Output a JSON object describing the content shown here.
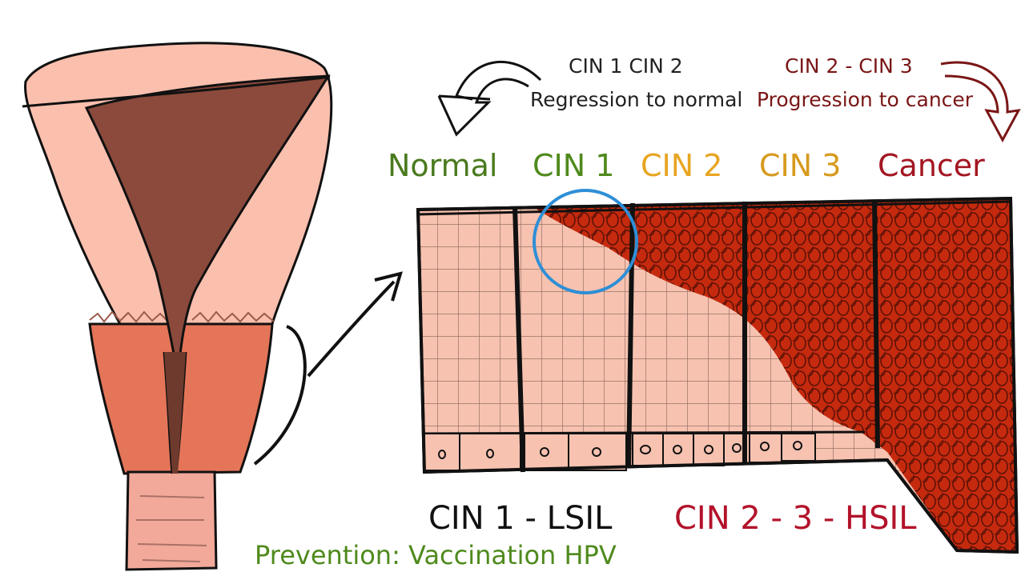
{
  "stages": [
    {
      "label": "Normal",
      "color": "#4a7a1e"
    },
    {
      "label": "CIN 1",
      "color": "#4f8a1c"
    },
    {
      "label": "CIN 2",
      "color": "#e8a521"
    },
    {
      "label": "CIN 3",
      "color": "#d79a1e"
    },
    {
      "label": "Cancer",
      "color": "#a31621"
    }
  ],
  "regression": {
    "stages_text": "CIN 1 CIN 2",
    "description": "Regression to normal",
    "color": "#111111"
  },
  "progression": {
    "stages_text": "CIN 2  - CIN 3",
    "description": "Progression to cancer",
    "color": "#7a1616"
  },
  "classification": {
    "lsil": {
      "text": "CIN 1 - LSIL",
      "color": "#111111"
    },
    "hsil": {
      "text": "CIN 2 - 3 - HSIL",
      "color": "#b3122a"
    }
  },
  "prevention": {
    "text": "Prevention: Vaccination HPV",
    "color": "#4f8a1c"
  },
  "colors": {
    "uterus_pink": "#fbbfae",
    "cavity_brown": "#8b4a3c",
    "cervix_orange": "#e57558",
    "tissue_pink": "#f7c2b0",
    "cancer_red": "#c62a0e",
    "highlight_blue": "#2e8fd6"
  }
}
